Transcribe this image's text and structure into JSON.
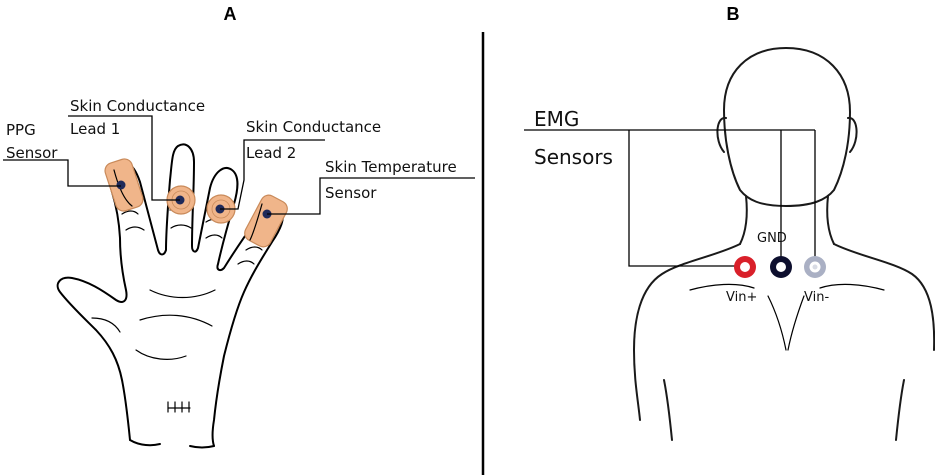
{
  "panels": {
    "a": {
      "letter": "A",
      "labels": {
        "ppg_line1": "PPG",
        "ppg_line2": "Sensor",
        "sc1_line1": "Skin Conductance",
        "sc1_line2": "Lead 1",
        "sc2_line1": "Skin Conductance",
        "sc2_line2": "Lead 2",
        "temp_line1": "Skin Temperature",
        "temp_line2": "Sensor"
      }
    },
    "b": {
      "letter": "B",
      "labels": {
        "emg_line1": "EMG",
        "emg_line2": "Sensors",
        "gnd": "GND",
        "vin_plus": "Vin+",
        "vin_minus": "Vin-"
      }
    }
  },
  "colors": {
    "sensor_patch": "#f0b58a",
    "sensor_patch_edge": "#c98a5a",
    "sensor_dot": "#1f2a5a",
    "electrode_vin_plus": "#d9202a",
    "electrode_gnd": "#0d0f2e",
    "electrode_vin_minus": "#aab0c4"
  }
}
